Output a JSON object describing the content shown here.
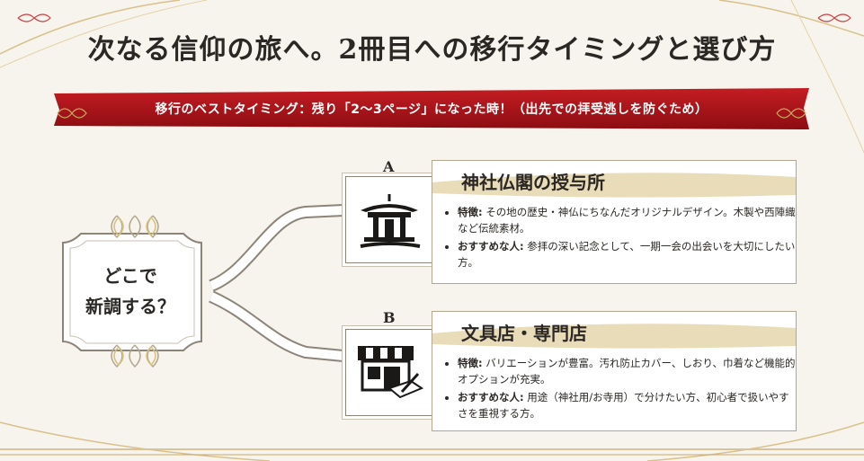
{
  "title": "次なる信仰の旅へ。2冊目への移行タイミングと選び方",
  "banner": "移行のベストタイミング：残り「2〜3ページ」になった時！（出先での拝受逃しを防ぐため）",
  "center": {
    "line1": "どこで",
    "line2": "新調する？"
  },
  "options": [
    {
      "letter": "A",
      "title": "神社仏閣の授与所",
      "icon": "shrine-icon",
      "bullets": [
        {
          "label": "特徴:",
          "text": "その地の歴史・神仏にちなんだオリジナルデザイン。木製や西陣織など伝統素材。"
        },
        {
          "label": "おすすめな人:",
          "text": "参拝の深い記念として、一期一会の出会いを大切にしたい方。"
        }
      ]
    },
    {
      "letter": "B",
      "title": "文具店・専門店",
      "icon": "store-icon",
      "bullets": [
        {
          "label": "特徴:",
          "text": "バリエーションが豊富。汚れ防止カバー、しおり、巾着など機能的オプションが充実。"
        },
        {
          "label": "おすすめな人:",
          "text": "用途（神社用/お寺用）で分けたい方、初心者で扱いやすさを重視する方。"
        }
      ]
    }
  ],
  "colors": {
    "banner": "#b3141a",
    "gold": "#c9a861",
    "text": "#2b2724"
  }
}
